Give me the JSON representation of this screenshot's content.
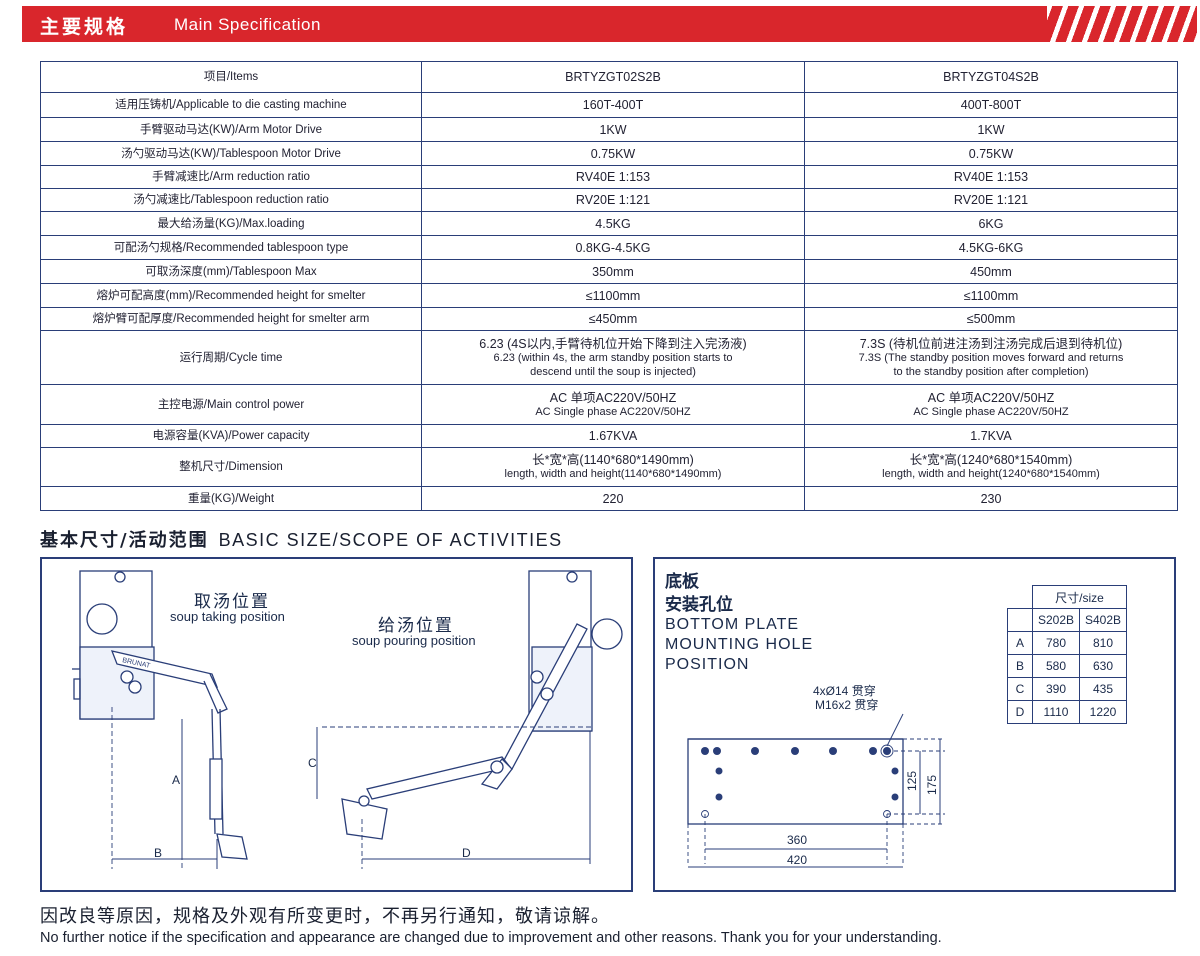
{
  "header": {
    "title_cn": "主要规格",
    "title_en": "Main Specification"
  },
  "spec": {
    "rows": [
      {
        "label": "项目/Items",
        "v1": [
          "BRTYZGT02S2B"
        ],
        "v2": [
          "BRTYZGT04S2B"
        ],
        "h": 31
      },
      {
        "label": "适用压铸机/Applicable to die casting machine",
        "v1": [
          "160T-400T"
        ],
        "v2": [
          "400T-800T"
        ],
        "h": 25
      },
      {
        "label": "手臂驱动马达(KW)/Arm Motor Drive",
        "v1": [
          "1KW"
        ],
        "v2": [
          "1KW"
        ],
        "h": 24
      },
      {
        "label": "汤勺驱动马达(KW)/Tablespoon Motor Drive",
        "v1": [
          "0.75KW"
        ],
        "v2": [
          "0.75KW"
        ],
        "h": 24
      },
      {
        "label": "手臂减速比/Arm reduction ratio",
        "v1": [
          "RV40E 1:153"
        ],
        "v2": [
          "RV40E 1:153"
        ],
        "h": 23
      },
      {
        "label": "汤勺减速比/Tablespoon reduction ratio",
        "v1": [
          "RV20E 1:121"
        ],
        "v2": [
          "RV20E 1:121"
        ],
        "h": 23
      },
      {
        "label": "最大给汤量(KG)/Max.loading",
        "v1": [
          "4.5KG"
        ],
        "v2": [
          "6KG"
        ],
        "h": 24
      },
      {
        "label": "可配汤勺规格/Recommended tablespoon type",
        "v1": [
          "0.8KG-4.5KG"
        ],
        "v2": [
          "4.5KG-6KG"
        ],
        "h": 24
      },
      {
        "label": "可取汤深度(mm)/Tablespoon Max",
        "v1": [
          "350mm"
        ],
        "v2": [
          "450mm"
        ],
        "h": 24
      },
      {
        "label": "熔炉可配高度(mm)/Recommended height for smelter",
        "v1": [
          "≤1100mm"
        ],
        "v2": [
          "≤1100mm"
        ],
        "h": 24
      },
      {
        "label": "熔炉臂可配厚度/Recommended height for smelter arm",
        "v1": [
          "≤450mm"
        ],
        "v2": [
          "≤500mm"
        ],
        "h": 23
      },
      {
        "label": "运行周期/Cycle time",
        "v1": [
          "6.23 (4S以内,手臂待机位开始下降到注入完汤液)",
          "6.23 (within 4s, the arm standby position starts to",
          "descend until the soup is injected)"
        ],
        "v2": [
          "7.3S (待机位前进注汤到注汤完成后退到待机位)",
          "7.3S (The standby position moves forward and returns",
          "to the standby position after completion)"
        ],
        "h": 54
      },
      {
        "label": "主控电源/Main control power",
        "v1": [
          "AC 单项AC220V/50HZ",
          "AC Single phase AC220V/50HZ"
        ],
        "v2": [
          "AC 单项AC220V/50HZ",
          "AC Single phase AC220V/50HZ"
        ],
        "h": 40
      },
      {
        "label": "电源容量(KVA)/Power capacity",
        "v1": [
          "1.67KVA"
        ],
        "v2": [
          "1.7KVA"
        ],
        "h": 23
      },
      {
        "label": "整机尺寸/Dimension",
        "v1": [
          "长*宽*高(1140*680*1490mm)",
          "length, width and height(1140*680*1490mm)"
        ],
        "v2": [
          "长*宽*高(1240*680*1540mm)",
          "length, width and height(1240*680*1540mm)"
        ],
        "h": 39
      },
      {
        "label": "重量(KG)/Weight",
        "v1": [
          "220"
        ],
        "v2": [
          "230"
        ],
        "h": 24
      }
    ]
  },
  "section2": {
    "title_cn": "基本尺寸/活动范围",
    "title_en": "BASIC SIZE/SCOPE OF ACTIVITIES"
  },
  "diagram1": {
    "take_cn": "取汤位置",
    "take_en": "soup taking position",
    "pour_cn": "给汤位置",
    "pour_en": "soup pouring position",
    "dim_a": "A",
    "dim_b": "B",
    "dim_c": "C",
    "dim_d": "D",
    "arm_text": "BRUNAT"
  },
  "diagram2": {
    "title_cn_1": "底板",
    "title_cn_2": "安装孔位",
    "title_en": [
      "BOTTOM PLATE",
      "MOUNTING HOLE",
      "POSITION"
    ],
    "hole_cn": "4xØ14 贯穿",
    "hole_cn2": "M16x2 贯穿",
    "dim_360": "360",
    "dim_420": "420",
    "dim_125": "125",
    "dim_175": "175",
    "size_table": {
      "header": "尺寸/size",
      "cols": [
        "S202B",
        "S402B"
      ],
      "rows": [
        [
          "A",
          "780",
          "810"
        ],
        [
          "B",
          "580",
          "630"
        ],
        [
          "C",
          "390",
          "435"
        ],
        [
          "D",
          "1110",
          "1220"
        ]
      ]
    }
  },
  "footer": {
    "cn": "因改良等原因，规格及外观有所变更时，不再另行通知，敬请谅解。",
    "en": "No further notice if the specification and appearance are changed due to improvement and other reasons. Thank you for your understanding."
  }
}
